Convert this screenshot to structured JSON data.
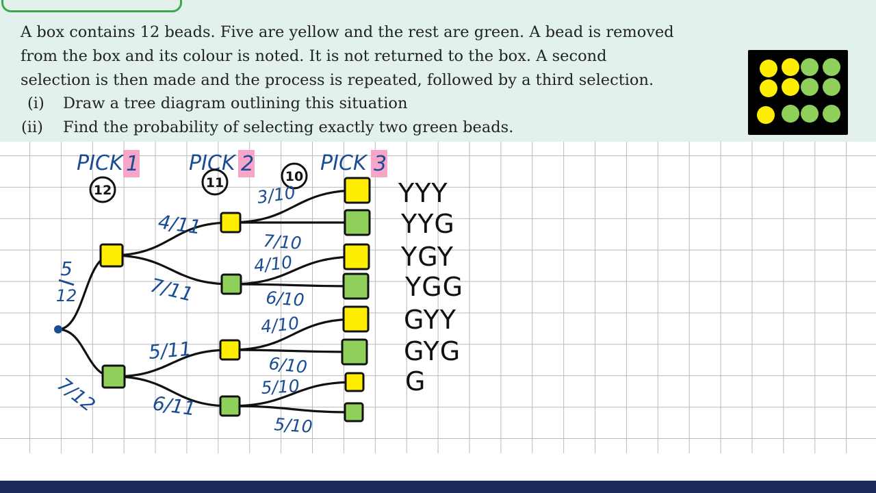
{
  "question": {
    "lines": [
      "A box contains 12 beads. Five are yellow and the rest are green. A bead is removed",
      "from the box and its colour is noted. It is not returned to the box. A second",
      "selection is then made and the process is repeated, followed by a third selection."
    ],
    "parts": [
      {
        "label": "(i)",
        "text": "Draw a tree diagram outlining this situation"
      },
      {
        "label": "(ii)",
        "text": "Find the probability of selecting exactly two green beads."
      }
    ]
  },
  "colors": {
    "yellow": "#ffee00",
    "green": "#8fd05a",
    "ink_blue": "#1a4c93",
    "highlight": "#f7a6c9"
  },
  "beads_box": {
    "rows": [
      [
        "yellow",
        "yellow",
        "green",
        "green"
      ],
      [
        "yellow",
        "yellow",
        "green",
        "green"
      ],
      [
        "yellow",
        "green",
        "green",
        "green"
      ]
    ]
  },
  "tree": {
    "pick_labels": [
      {
        "text": "PICK",
        "num": "1",
        "total": "12"
      },
      {
        "text": "PICK",
        "num": "2",
        "total": "11"
      },
      {
        "text": "PICK",
        "num": "3",
        "total": "10"
      }
    ],
    "level1": [
      {
        "color": "yellow",
        "prob": "5/12"
      },
      {
        "color": "green",
        "prob": "7/12"
      }
    ],
    "level2": [
      {
        "color": "yellow",
        "prob": "4/11"
      },
      {
        "color": "green",
        "prob": "7/11"
      },
      {
        "color": "yellow",
        "prob": "5/11"
      },
      {
        "color": "green",
        "prob": "6/11"
      }
    ],
    "level3": [
      {
        "color": "yellow",
        "prob": "3/10",
        "outcome": "YYY"
      },
      {
        "color": "green",
        "prob": "7/10",
        "outcome": "YYG"
      },
      {
        "color": "yellow",
        "prob": "4/10",
        "outcome": "YGY"
      },
      {
        "color": "green",
        "prob": "6/10",
        "outcome": "YGG"
      },
      {
        "color": "yellow",
        "prob": "4/10",
        "outcome": "GYY"
      },
      {
        "color": "green",
        "prob": "6/10",
        "outcome": "GYG"
      },
      {
        "color": "yellow",
        "prob": "5/10",
        "outcome": "G"
      },
      {
        "color": "green",
        "prob": "5/10",
        "outcome": ""
      }
    ]
  }
}
